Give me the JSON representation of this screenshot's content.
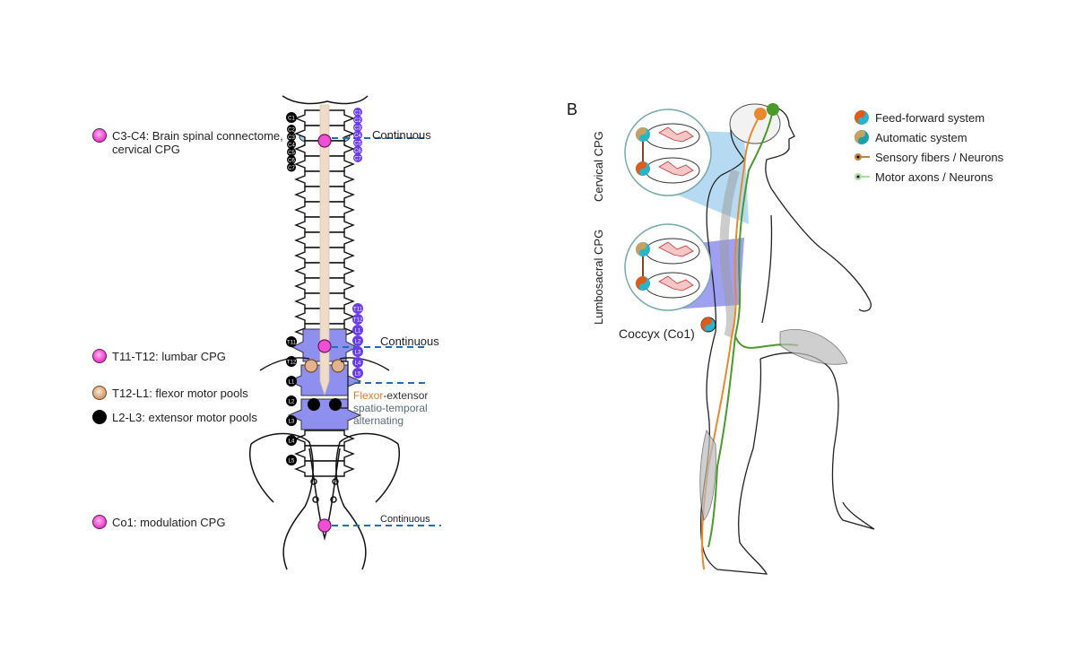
{
  "panel_a": {
    "legend": [
      {
        "marker": "pink-sphere",
        "line1": "C3-C4: Brain spinal connectome,",
        "line2": "cervical CPG"
      },
      {
        "marker": "pink-sphere",
        "line1": "T11-T12: lumbar CPG"
      },
      {
        "marker": "tan-sphere",
        "line1": "T12-L1: flexor motor pools"
      },
      {
        "marker": "black-dot",
        "line1": "L2-L3: extensor motor pools"
      },
      {
        "marker": "pink-sphere",
        "line1": "Co1: modulation CPG"
      }
    ],
    "continuous_labels": [
      "Continuous",
      "Continuous",
      "Continuous"
    ],
    "alternation": {
      "flexor": "Flexor",
      "extensor": "-extensor",
      "line2": "spatio-temporal",
      "line3": "alternating"
    },
    "left_vertebra_labels": [
      "C1",
      "C2",
      "C3",
      "C4",
      "C5",
      "C6",
      "C7",
      "T11",
      "T12",
      "L1",
      "L2",
      "L3",
      "L4",
      "L5"
    ],
    "right_cervical_labels": [
      "C1",
      "C2",
      "C3",
      "C4",
      "C5",
      "C6",
      "C7"
    ],
    "right_lumbar_labels": [
      "T11",
      "T12",
      "L1",
      "L2",
      "L3",
      "L4",
      "L5"
    ]
  },
  "panel_b": {
    "letter": "B",
    "cervical_label": "Cervical CPG",
    "lumbosacral_label": "Lumbosacral CPG",
    "coccyx_label": "Coccyx (Co1)",
    "legend": [
      {
        "icon": "feed-forward-icon",
        "label": "Feed-forward system"
      },
      {
        "icon": "automatic-icon",
        "label": "Automatic system"
      },
      {
        "icon": "sensory-fiber-icon",
        "label": "Sensory fibers / Neurons"
      },
      {
        "icon": "motor-axon-icon",
        "label": "Motor axons / Neurons"
      }
    ],
    "colors": {
      "sensory": "#e8892b",
      "motor": "#4a9a2a",
      "cpg_pink": "#f04fd5",
      "lumbar_highlight": "#8f8ff0",
      "cervical_highlight": "#a9d4f0",
      "dashed_line": "#1f6fb0"
    }
  }
}
